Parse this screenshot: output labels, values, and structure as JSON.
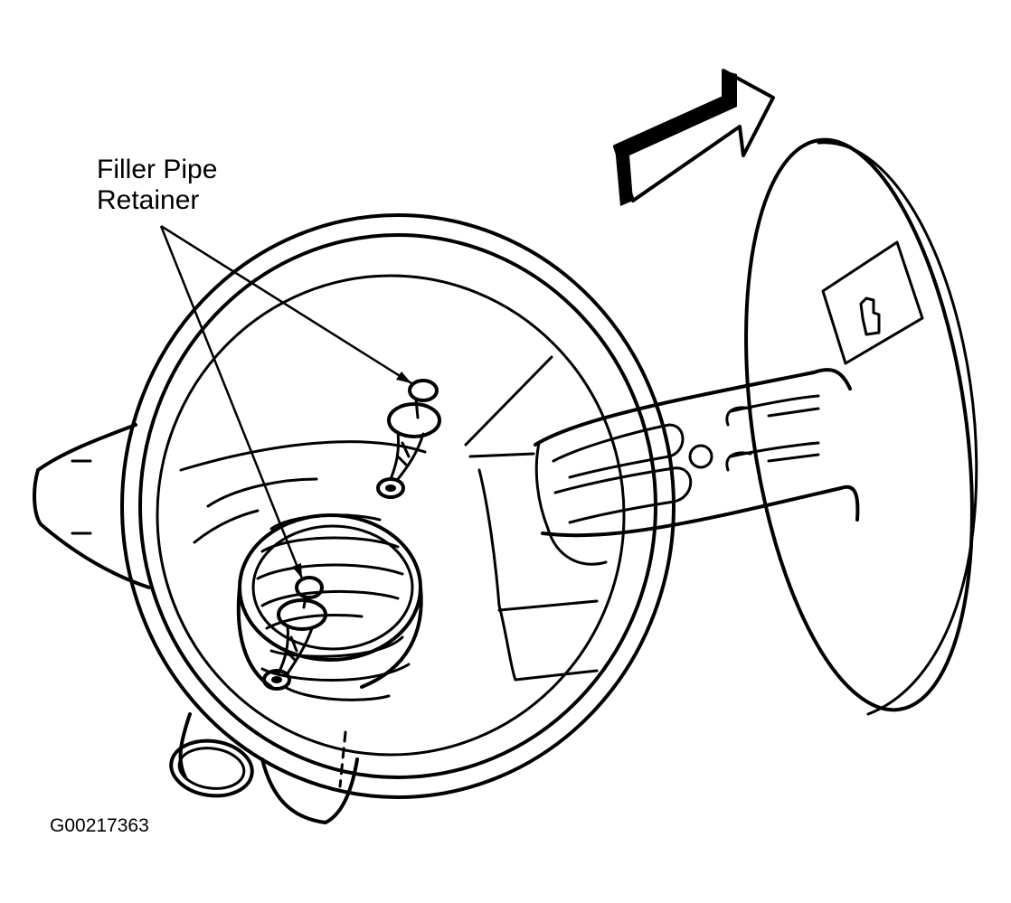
{
  "callout": {
    "line1": "Filler Pipe",
    "line2": "Retainer"
  },
  "figure_id": "G00217363",
  "colors": {
    "ink": "#000000",
    "background": "#ffffff"
  }
}
